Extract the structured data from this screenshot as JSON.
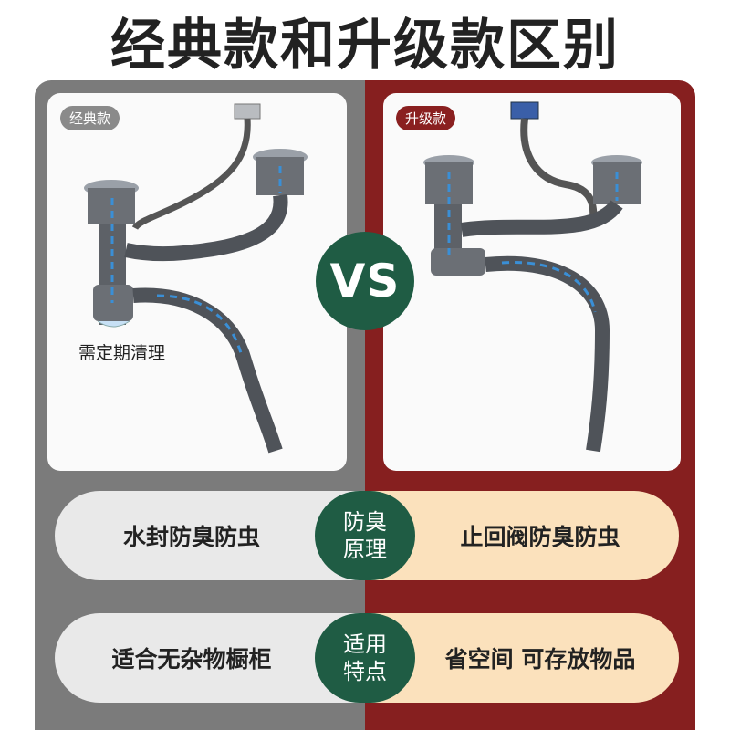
{
  "title": "经典款和升级款区别",
  "left": {
    "tag": "经典款",
    "note": "需定期清理"
  },
  "right": {
    "tag": "升级款"
  },
  "vs": "VS",
  "rows": [
    {
      "left": "水封防臭防虫",
      "center_line1": "防臭",
      "center_line2": "原理",
      "right": "止回阀防臭防虫"
    },
    {
      "left": "适合无杂物橱柜",
      "center_line1": "适用",
      "center_line2": "特点",
      "right": "省空间 可存放物品"
    }
  ],
  "colors": {
    "left_panel": "#7b7b7b",
    "right_panel": "#861f1f",
    "badge": "#1f5c44",
    "left_pill": "#e9e9e9",
    "right_pill": "#fbe1bc",
    "flow_arrow": "#3a8fd6"
  }
}
